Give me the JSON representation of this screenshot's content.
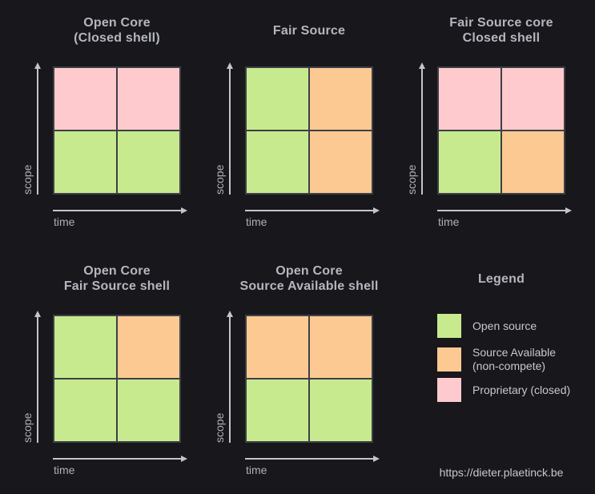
{
  "colors": {
    "page_bg": "#17171c",
    "line": "#3d3f46",
    "arrow": "#c3c5ca",
    "title_text": "#b5b7bf",
    "axis_text": "#aeb1b8",
    "legend_text": "#c7c9cf",
    "open": "#c8ea8e",
    "savail": "#fdc992",
    "prop": "#ffcacd"
  },
  "axis": {
    "x_label": "time",
    "y_label": "scope"
  },
  "charts": [
    {
      "title1": "Open Core",
      "title2": "(Closed shell)",
      "cells": {
        "tl": "prop",
        "tr": "prop",
        "bl": "open",
        "br": "open"
      }
    },
    {
      "title1": "Fair Source",
      "title2": "",
      "cells": {
        "tl": "open",
        "tr": "savail",
        "bl": "open",
        "br": "savail"
      }
    },
    {
      "title1": "Fair Source core",
      "title2": "Closed shell",
      "cells": {
        "tl": "prop",
        "tr": "prop",
        "bl": "open",
        "br": "savail"
      }
    },
    {
      "title1": "Open Core",
      "title2": "Fair Source shell",
      "cells": {
        "tl": "open",
        "tr": "savail",
        "bl": "open",
        "br": "open"
      }
    },
    {
      "title1": "Open Core",
      "title2": "Source Available shell",
      "cells": {
        "tl": "savail",
        "tr": "savail",
        "bl": "open",
        "br": "open"
      }
    }
  ],
  "legend": {
    "title": "Legend",
    "items": [
      {
        "key": "open",
        "label1": "Open source",
        "label2": ""
      },
      {
        "key": "savail",
        "label1": "Source Available",
        "label2": "(non-compete)"
      },
      {
        "key": "prop",
        "label1": "Proprietary (closed)",
        "label2": ""
      }
    ],
    "footer_url": "https://dieter.plaetinck.be"
  }
}
